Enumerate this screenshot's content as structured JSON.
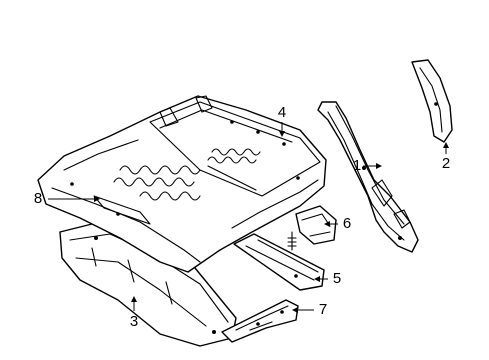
{
  "diagram": {
    "callouts": [
      {
        "label": "1"
      },
      {
        "label": "2"
      },
      {
        "label": "3"
      },
      {
        "label": "4"
      },
      {
        "label": "5"
      },
      {
        "label": "6"
      },
      {
        "label": "7"
      },
      {
        "label": "8"
      }
    ]
  }
}
